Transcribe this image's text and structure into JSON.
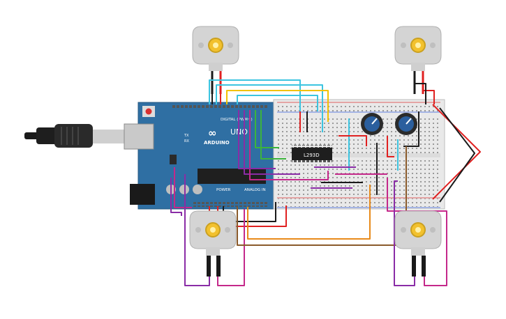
{
  "colors": {
    "background": "#ffffff",
    "arduino_board": "#2f6fa3",
    "breadboard": "#e9e9e9",
    "motor_body": "#d4d4d4",
    "motor_gear": "#f2c12e",
    "pot_knob": "#2b5f9e",
    "wire_red": "#e02020",
    "wire_black": "#1a1a1a",
    "wire_cyan": "#3cc4e0",
    "wire_yellow": "#f2c200",
    "wire_purple": "#8a2ca6",
    "wire_magenta": "#c4288a",
    "wire_orange": "#e88a1a",
    "wire_green": "#3cb43c",
    "wire_brown": "#8a5a2a"
  },
  "components": {
    "arduino": {
      "logo_text": "ARDUINO",
      "model": "UNO",
      "digital_label": "DIGITAL (PWM~)",
      "analog_label": "ANALOG IN",
      "power_label": "POWER",
      "tx_label": "TX",
      "rx_label": "RX"
    },
    "driver_ic": {
      "label": "L293D"
    },
    "usb_cable": {
      "icon": "usb-plug-icon"
    },
    "motors": [
      {
        "id": "motor-top-left",
        "icon": "dc-motor-icon"
      },
      {
        "id": "motor-top-right",
        "icon": "dc-motor-icon"
      },
      {
        "id": "motor-bottom-left",
        "icon": "dc-motor-icon"
      },
      {
        "id": "motor-bottom-right",
        "icon": "dc-motor-icon"
      }
    ],
    "potentiometers": [
      {
        "id": "pot-left",
        "icon": "potentiometer-icon"
      },
      {
        "id": "pot-right",
        "icon": "potentiometer-icon"
      }
    ]
  }
}
